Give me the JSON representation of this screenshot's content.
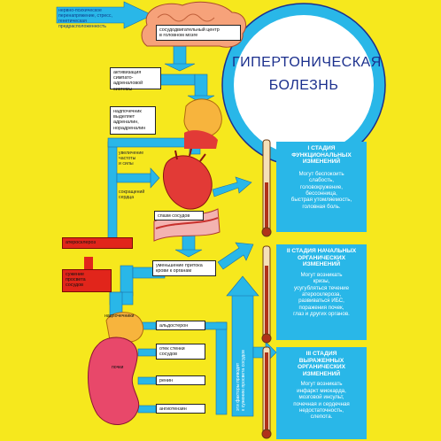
{
  "title": {
    "line1": "ГИПЕРТОНИЧЕСКАЯ",
    "line2": "БОЛЕЗНЬ"
  },
  "causes": {
    "lines": [
      "нервно-психическое",
      "перенапряжение, стресс,",
      "генетическая",
      "предрасположенность"
    ]
  },
  "flow": {
    "cortex": [
      "сосудодвигательный центр",
      "в головном мозге"
    ],
    "sympatho": [
      "активизация",
      "симпато-адреналовой",
      "системы"
    ],
    "adrenal": [
      "надпочечник",
      "выделяет",
      "адреналин,",
      "норадреналин"
    ],
    "heart_rate": [
      "увеличение",
      "частоты",
      "и силы"
    ],
    "contractions": [
      "сокращений",
      "сердца"
    ],
    "spasm": "спазм сосудов",
    "reduced_flow": [
      "уменьшение притока",
      "крови к органам"
    ],
    "atherosclerosis": "атеросклероз",
    "narrowing": [
      "сужение",
      "просвета",
      "сосудов"
    ],
    "adrenals_label": "надпочечники",
    "kidney_label": "почки",
    "aldosterone": "альдостерон",
    "edema": [
      "отек стенки",
      "сосудов"
    ],
    "renin": "ренин",
    "angiotensin": "ангиотензин",
    "factors_vertical": [
      "эти факторы приводят",
      "к сужению просвета сосудов"
    ]
  },
  "stages": [
    {
      "title": [
        "I СТАДИЯ",
        "ФУНКЦИОНАЛЬНЫХ",
        "ИЗМЕНЕНИЙ"
      ],
      "body": [
        "Могут беспокоить",
        "слабость,",
        "головокружение,",
        "бессонница,",
        "быстрая утомляемость,",
        "головная боль."
      ]
    },
    {
      "title": [
        "II СТАДИЯ НАЧАЛЬНЫХ",
        "ОРГАНИЧЕСКИХ",
        "ИЗМЕНЕНИЙ"
      ],
      "body": [
        "Могут возникать",
        "кризы,",
        "усугубляться течение",
        "атеросклероза,",
        "развиваться ИБС,",
        "поражения почек,",
        "глаз и других органов."
      ]
    },
    {
      "title": [
        "III СТАДИЯ",
        "ВЫРАЖЕННЫХ",
        "ОРГАНИЧЕСКИХ",
        "ИЗМЕНЕНИЙ"
      ],
      "body": [
        "Могут возникать",
        "инфаркт миокарда,",
        "мозговой инсульт,",
        "почечная и сердечная",
        "недостаточность,",
        "слепота."
      ]
    }
  ],
  "colors": {
    "background": "#f6e81d",
    "arrow": "#29b7e8",
    "accent_red": "#e1251b",
    "title": "#1b2f8d"
  }
}
